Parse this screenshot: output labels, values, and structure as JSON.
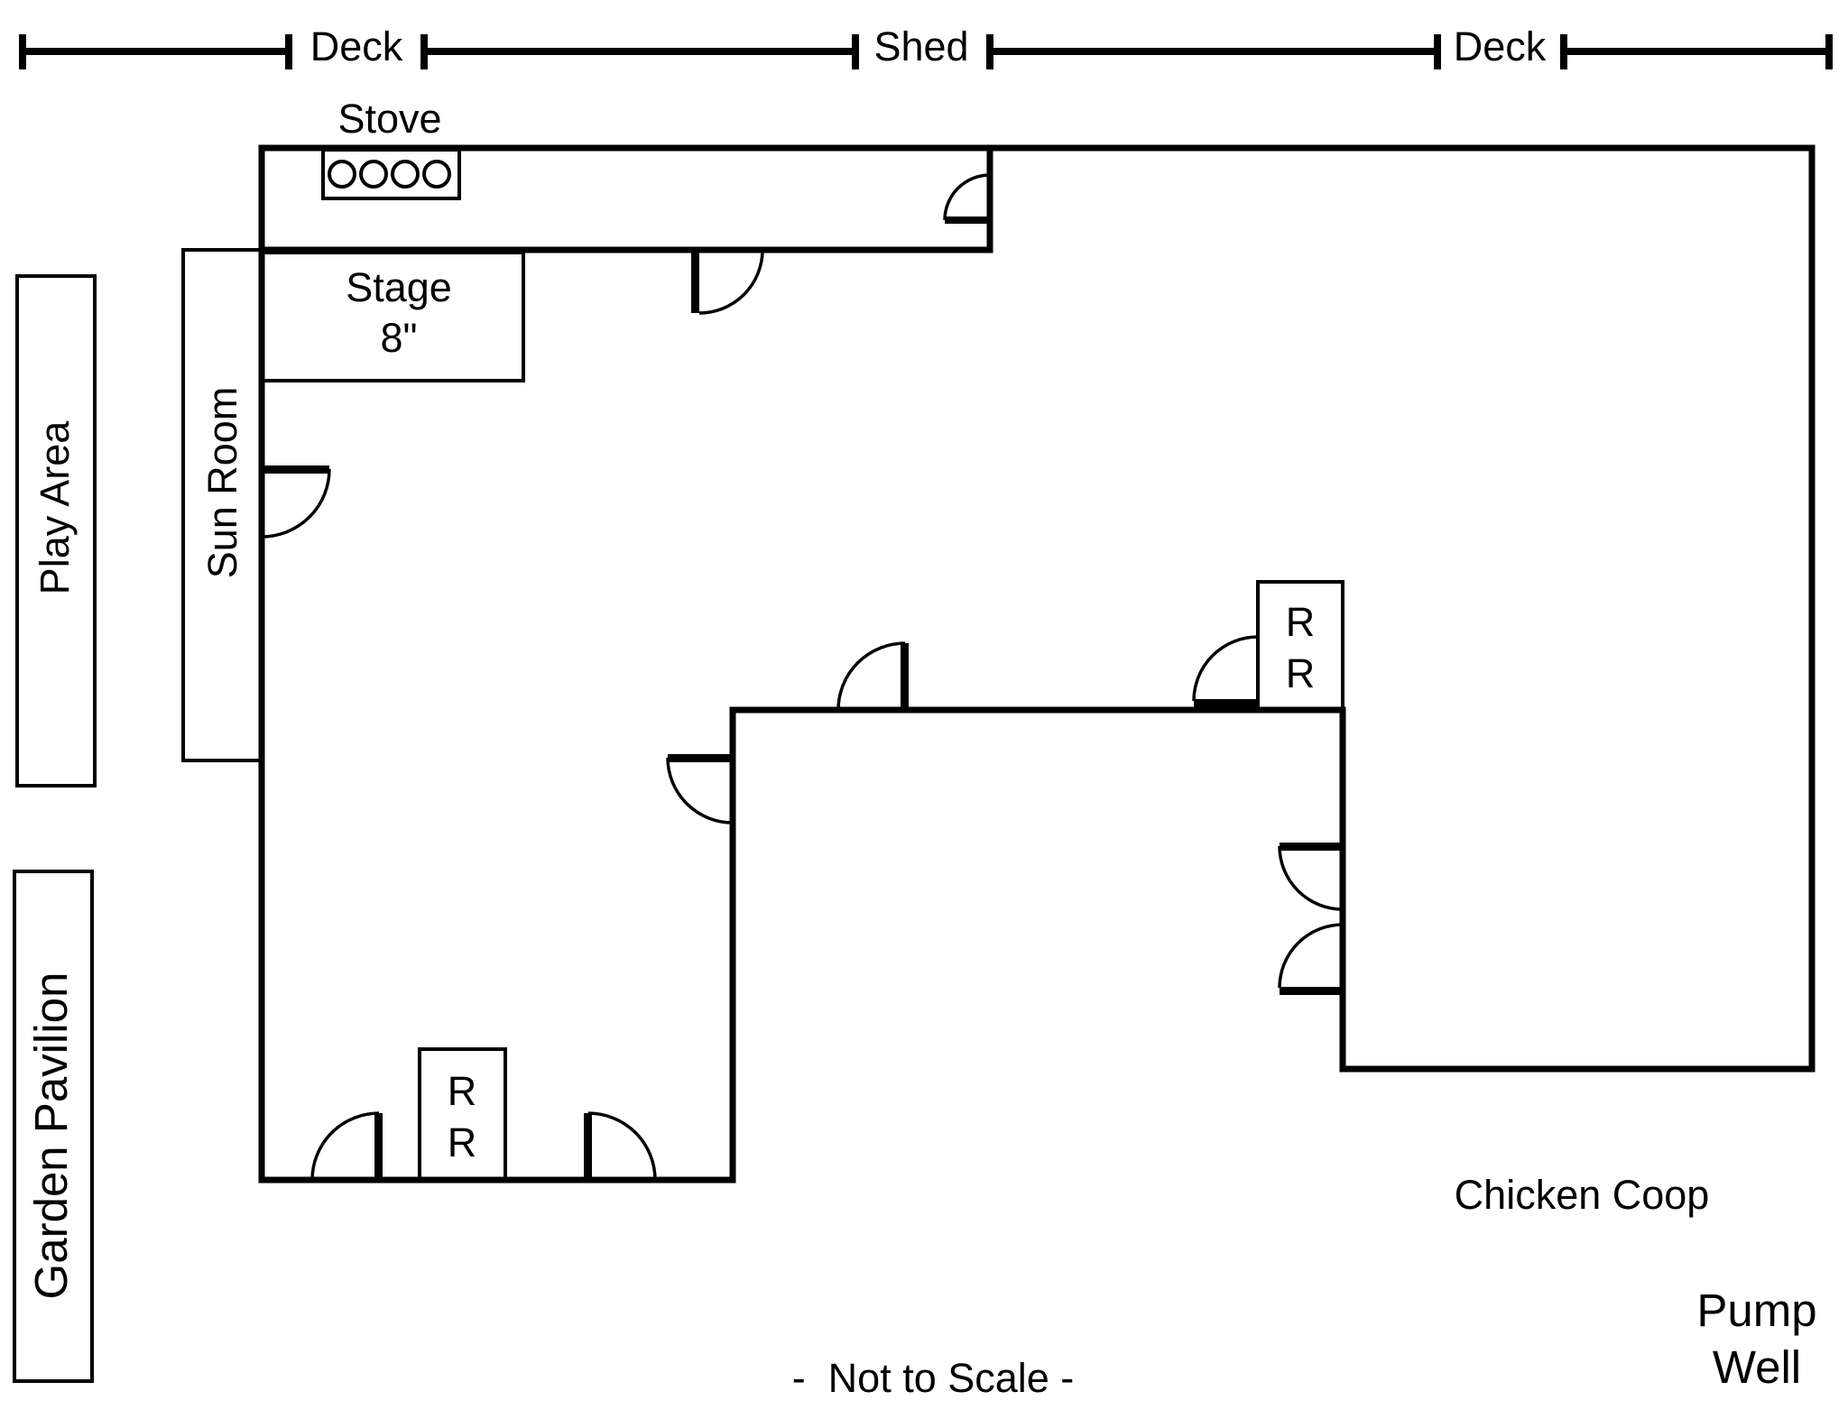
{
  "dimension_bar": {
    "segments": [
      "Deck",
      "Shed",
      "Deck"
    ]
  },
  "labels": {
    "stove": "Stove",
    "stage_line1": "Stage",
    "stage_line2": "8\"",
    "sun_room": "Sun Room",
    "play_area": "Play Area",
    "garden_pavilion": "Garden Pavilion",
    "restroom_right_line1": "R",
    "restroom_right_line2": "R",
    "restroom_bottom_line1": "R",
    "restroom_bottom_line2": "R",
    "chicken_coop": "Chicken Coop",
    "pump_line1": "Pump",
    "pump_line2": "Well",
    "footnote": "-  Not to Scale -"
  },
  "icons": {
    "stove_burners": "circle-burner-icon",
    "doors": "door-swing-icon"
  },
  "colors": {
    "ink": "#000000",
    "paper": "#ffffff"
  }
}
